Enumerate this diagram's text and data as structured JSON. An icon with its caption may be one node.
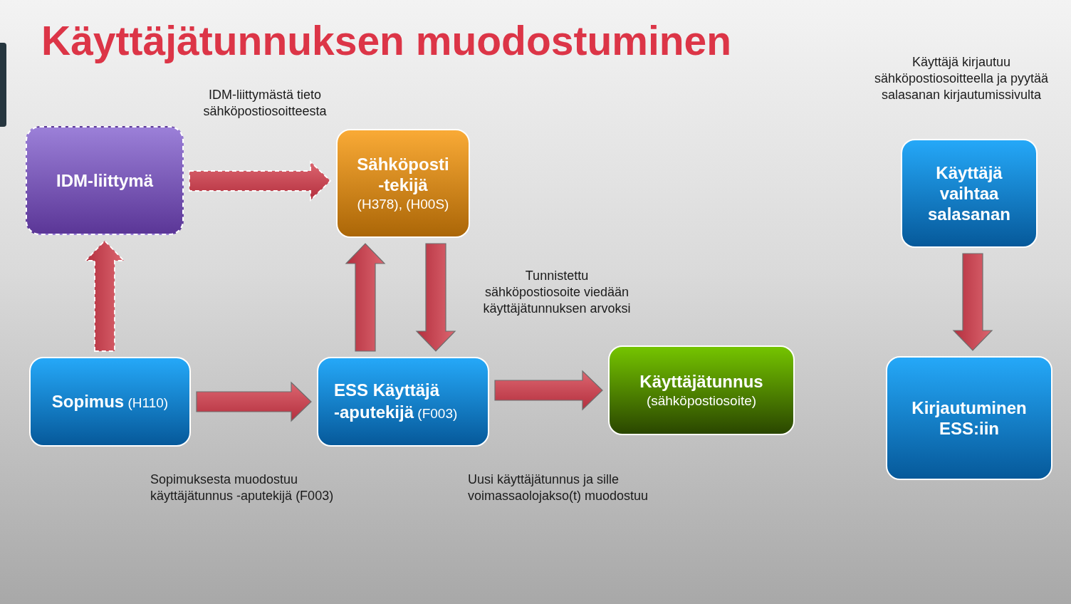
{
  "diagram": {
    "title": "Käyttäjätunnuksen muodostuminen",
    "nodes": [
      {
        "text": [
          "IDM-liittymä"
        ]
      },
      {
        "text": [
          "Sähköposti -tekijä",
          "(H378), (H00S)"
        ]
      },
      {
        "text": [
          "Käyttäjä vaihtaa salasanan"
        ]
      },
      {
        "text": [
          "**Sopimus** (H110)"
        ]
      },
      {
        "text": [
          "**ESS Käyttäjä -aputekijä** (F003)"
        ]
      },
      {
        "text": [
          "Käyttäjätunnus",
          "(sähköpostiosoite)"
        ]
      },
      {
        "text": [
          "Kirjautuminen ESS:iin"
        ]
      }
    ],
    "edges": [
      {
        "from": 0,
        "to": 1,
        "arrow": "to",
        "style": "dashed"
      },
      {
        "from": 3,
        "to": 0,
        "arrow": "to",
        "style": "dashed"
      },
      {
        "from": 4,
        "to": 1,
        "arrow": "to"
      },
      {
        "from": 1,
        "to": 4,
        "arrow": "to"
      },
      {
        "from": 3,
        "to": 4,
        "arrow": "to"
      },
      {
        "from": 4,
        "to": 5,
        "arrow": "to"
      },
      {
        "from": 2,
        "to": 6,
        "arrow": "to"
      }
    ],
    "labels": [
      "Käyttäjä kirjautuu sähköpostiosoitteella ja pyytää salasanan kirjautumissivulta",
      "IDM-liittymästä tieto sähköpostiosoitteesta",
      "Tunnistettu sähköpostiosoite viedään käyttäjätunnuksen arvoksi",
      "Sopimuksesta muodostuu käyttäjätunnus -aputekijä (F003)",
      "Uusi käyttäjätunnus ja sille voimassaolojakso(t) muodostuu"
    ]
  }
}
